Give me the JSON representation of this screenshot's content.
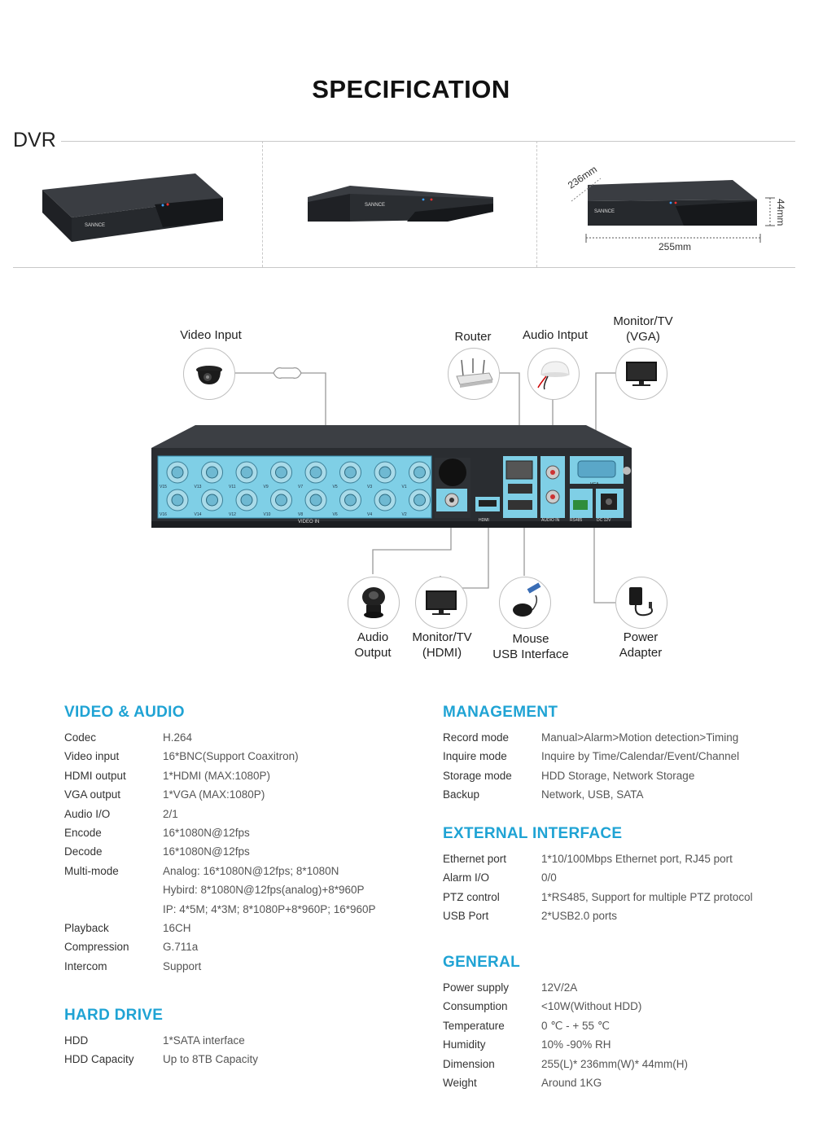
{
  "page": {
    "title": "SPECIFICATION",
    "dvr_label": "DVR",
    "dim_depth": "236mm",
    "dim_width": "255mm",
    "dim_height": "44mm",
    "device_brand": "SANNCE"
  },
  "connections": {
    "video_input": "Video Input",
    "router": "Router",
    "audio_input": "Audio Intput",
    "monitor_vga_1": "Monitor/TV",
    "monitor_vga_2": "(VGA)",
    "audio_output_1": "Audio",
    "audio_output_2": "Output",
    "monitor_hdmi_1": "Monitor/TV",
    "monitor_hdmi_2": "(HDMI)",
    "mouse_1": "Mouse",
    "mouse_2": "USB Interface",
    "power_1": "Power",
    "power_2": "Adapter"
  },
  "panel_labels": {
    "video_in": "VIDEO IN",
    "vga": "VGA",
    "hdmi": "HDMI",
    "audio_in": "AUDIO IN",
    "rs485": "RS485",
    "dc12v": "DC 12V",
    "v_labels_top": [
      "V15",
      "V13",
      "V11",
      "V9",
      "V7",
      "V5",
      "V3",
      "V1"
    ],
    "v_labels_bottom": [
      "V16",
      "V14",
      "V12",
      "V10",
      "V8",
      "V6",
      "V4",
      "V2"
    ]
  },
  "icons": {
    "camera": "dome-camera-icon",
    "router": "router-icon",
    "mic": "microphone-icon",
    "monitor": "monitor-icon",
    "speaker": "speaker-icon",
    "mouse": "mouse-icon",
    "power": "power-adapter-icon"
  },
  "colors": {
    "accent": "#1fa3d4",
    "panel_blue": "#7fcfe6",
    "device_dark": "#2a2d31"
  },
  "sections": {
    "video_audio": {
      "title": "VIDEO & AUDIO",
      "rows": [
        {
          "k": "Codec",
          "v": "H.264"
        },
        {
          "k": "Video input",
          "v": "16*BNC(Support Coaxitron)"
        },
        {
          "k": "HDMI output",
          "v": "1*HDMI (MAX:1080P)"
        },
        {
          "k": "VGA output",
          "v": "1*VGA (MAX:1080P)"
        },
        {
          "k": "Audio I/O",
          "v": "2/1"
        },
        {
          "k": "Encode",
          "v": "16*1080N@12fps"
        },
        {
          "k": "Decode",
          "v": "16*1080N@12fps"
        },
        {
          "k": "Multi-mode",
          "v": "Analog: 16*1080N@12fps; 8*1080N",
          "v2": "Hybird: 8*1080N@12fps(analog)+8*960P",
          "v3": "IP: 4*5M; 4*3M; 8*1080P+8*960P; 16*960P"
        },
        {
          "k": "Playback",
          "v": "16CH"
        },
        {
          "k": "Compression",
          "v": "G.711a"
        },
        {
          "k": "Intercom",
          "v": "Support"
        }
      ]
    },
    "hard_drive": {
      "title": "HARD DRIVE",
      "rows": [
        {
          "k": "HDD",
          "v": "1*SATA interface"
        },
        {
          "k": "HDD Capacity",
          "v": "Up to 8TB Capacity"
        }
      ]
    },
    "management": {
      "title": "MANAGEMENT",
      "rows": [
        {
          "k": "Record mode",
          "v": "Manual>Alarm>Motion detection>Timing"
        },
        {
          "k": "Inquire mode",
          "v": "Inquire by Time/Calendar/Event/Channel"
        },
        {
          "k": "Storage mode",
          "v": "HDD Storage, Network Storage"
        },
        {
          "k": "Backup",
          "v": "Network, USB, SATA"
        }
      ]
    },
    "external_interface": {
      "title": "EXTERNAL INTERFACE",
      "rows": [
        {
          "k": "Ethernet port",
          "v": "1*10/100Mbps Ethernet port, RJ45 port"
        },
        {
          "k": "Alarm I/O",
          "v": "0/0"
        },
        {
          "k": "PTZ control",
          "v": "1*RS485, Support for multiple PTZ protocol"
        },
        {
          "k": "USB Port",
          "v": "2*USB2.0 ports"
        }
      ]
    },
    "general": {
      "title": "GENERAL",
      "rows": [
        {
          "k": "Power supply",
          "v": "12V/2A"
        },
        {
          "k": "Consumption",
          "v": "<10W(Without HDD)"
        },
        {
          "k": "Temperature",
          "v": "0 ℃ - + 55 ℃"
        },
        {
          "k": "Humidity",
          "v": "10% -90% RH"
        },
        {
          "k": "Dimension",
          "v": "255(L)* 236mm(W)* 44mm(H)"
        },
        {
          "k": "Weight",
          "v": "Around 1KG"
        }
      ]
    }
  }
}
